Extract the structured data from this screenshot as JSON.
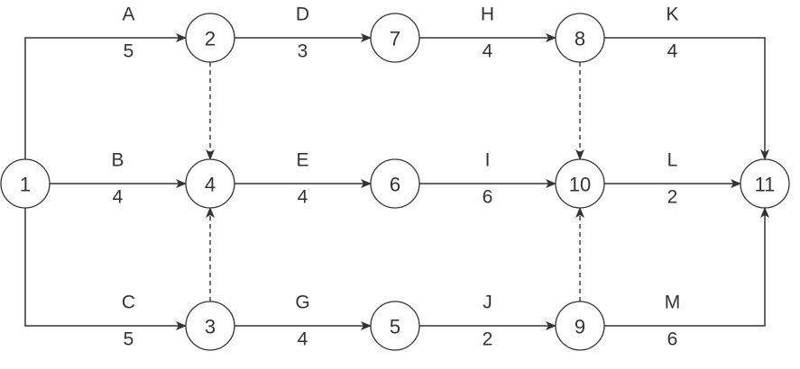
{
  "diagram": {
    "type": "activity-on-arrow network",
    "line_color": "#333333",
    "nodes": [
      {
        "id": "1",
        "label": "1"
      },
      {
        "id": "2",
        "label": "2"
      },
      {
        "id": "3",
        "label": "3"
      },
      {
        "id": "4",
        "label": "4"
      },
      {
        "id": "5",
        "label": "5"
      },
      {
        "id": "6",
        "label": "6"
      },
      {
        "id": "7",
        "label": "7"
      },
      {
        "id": "8",
        "label": "8"
      },
      {
        "id": "9",
        "label": "9"
      },
      {
        "id": "10",
        "label": "10"
      },
      {
        "id": "11",
        "label": "11"
      }
    ],
    "activities": [
      {
        "name": "A",
        "duration": "5",
        "from": "1",
        "to": "2"
      },
      {
        "name": "B",
        "duration": "4",
        "from": "1",
        "to": "4"
      },
      {
        "name": "C",
        "duration": "5",
        "from": "1",
        "to": "3"
      },
      {
        "name": "D",
        "duration": "3",
        "from": "2",
        "to": "7"
      },
      {
        "name": "E",
        "duration": "4",
        "from": "4",
        "to": "6"
      },
      {
        "name": "G",
        "duration": "4",
        "from": "3",
        "to": "5"
      },
      {
        "name": "H",
        "duration": "4",
        "from": "7",
        "to": "8"
      },
      {
        "name": "I",
        "duration": "6",
        "from": "6",
        "to": "10"
      },
      {
        "name": "J",
        "duration": "2",
        "from": "5",
        "to": "9"
      },
      {
        "name": "K",
        "duration": "4",
        "from": "8",
        "to": "11"
      },
      {
        "name": "L",
        "duration": "2",
        "from": "10",
        "to": "11"
      },
      {
        "name": "M",
        "duration": "6",
        "from": "9",
        "to": "11"
      }
    ],
    "dummy_activities": [
      {
        "from": "2",
        "to": "4"
      },
      {
        "from": "3",
        "to": "4"
      },
      {
        "from": "8",
        "to": "10"
      },
      {
        "from": "9",
        "to": "10"
      }
    ]
  }
}
